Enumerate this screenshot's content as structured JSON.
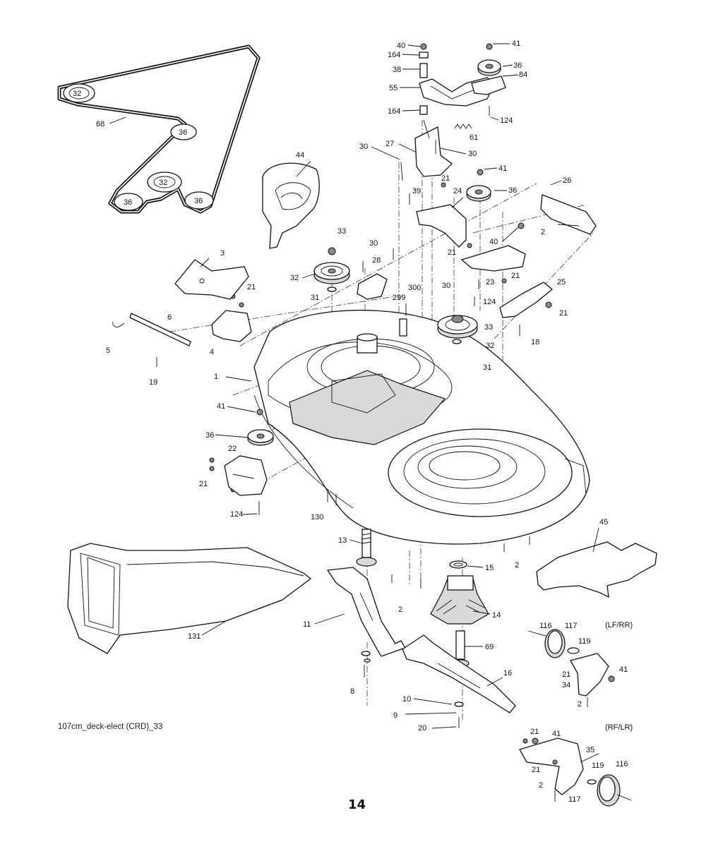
{
  "diagram": {
    "page_number": "14",
    "drawing_reference": "107cm_deck-elect (CRD)_33",
    "position_labels": [
      "(LF/RR)",
      "(RF/LR)"
    ],
    "belt_routing": {
      "belt_label": "68",
      "pulley_labels": [
        "32",
        "36",
        "32",
        "36",
        "36"
      ]
    },
    "part_callouts": [
      "40",
      "164",
      "38",
      "55",
      "164",
      "41",
      "36",
      "84",
      "124",
      "61",
      "30",
      "27",
      "30",
      "41",
      "21",
      "39",
      "24",
      "36",
      "26",
      "2",
      "40",
      "21",
      "23",
      "21",
      "25",
      "21",
      "18",
      "30",
      "124",
      "44",
      "33",
      "30",
      "28",
      "32",
      "31",
      "300",
      "299",
      "33",
      "32",
      "31",
      "3",
      "21",
      "6",
      "5",
      "4",
      "19",
      "1",
      "41",
      "36",
      "22",
      "21",
      "124",
      "130",
      "13",
      "15",
      "2",
      "2",
      "45",
      "131",
      "11",
      "14",
      "116",
      "117",
      "119",
      "21",
      "41",
      "34",
      "2",
      "69",
      "16",
      "8",
      "10",
      "9",
      "20",
      "21",
      "41",
      "35",
      "21",
      "119",
      "116",
      "2",
      "117"
    ]
  }
}
